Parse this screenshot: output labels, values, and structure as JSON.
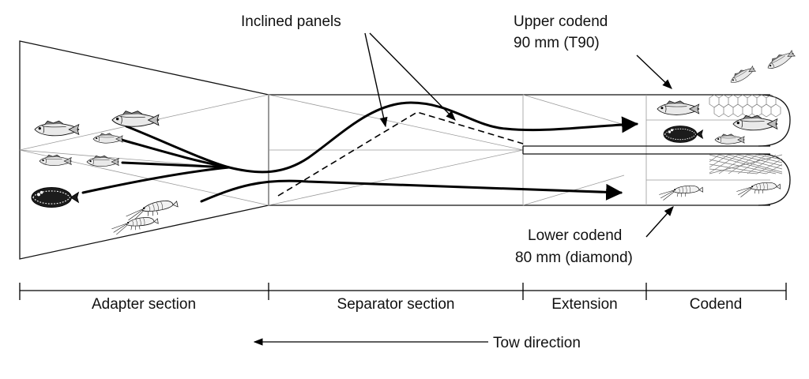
{
  "labels": {
    "inclined_panels": "Inclined panels",
    "upper_codend_line1": "Upper codend",
    "upper_codend_line2": "90 mm (T90)",
    "lower_codend_line1": "Lower codend",
    "lower_codend_line2": "80 mm (diamond)",
    "tow_direction": "Tow direction"
  },
  "sections": [
    {
      "label": "Adapter section"
    },
    {
      "label": "Separator section"
    },
    {
      "label": "Extension"
    },
    {
      "label": "Codend"
    }
  ],
  "icons": {
    "roundfish": "roundfish-icon",
    "flatfish": "flatfish-icon",
    "shrimp": "shrimp-icon"
  },
  "colors": {
    "ink": "#000000",
    "fill_light": "#ffffff",
    "fill_dark": "#1a1a1a"
  }
}
